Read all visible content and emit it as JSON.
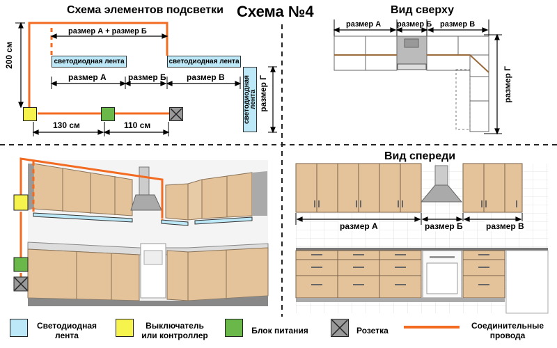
{
  "titles": {
    "scheme": "Схема элементов подсветки",
    "number": "Схема №4",
    "top_view": "Вид сверху",
    "front_view": "Вид спереди"
  },
  "scheme": {
    "height_label": "200 см",
    "sum_label": "размер А + размер Б",
    "tape_label": "светодиодная лента",
    "size_a": "размер А",
    "size_b": "размер Б",
    "size_v": "размер В",
    "size_g": "размер Г",
    "dist_1": "130 см",
    "dist_2": "110 см"
  },
  "top_view": {
    "size_a": "размер А",
    "size_b": "размер Б",
    "size_v": "размер В",
    "size_g": "размер Г"
  },
  "front_view": {
    "size_a": "размер А",
    "size_b": "размер Б",
    "size_v": "размер В"
  },
  "legend": {
    "tape": "Светодиодная лента",
    "switch": "Выключатель или контроллер",
    "power": "Блок питания",
    "socket": "Розетка",
    "wires": "Соединительные провода"
  },
  "colors": {
    "tape": "#bde8f7",
    "switch": "#f6f34d",
    "power": "#6ab84a",
    "wire": "#f26b21",
    "cabinet": "#e4c39a"
  }
}
